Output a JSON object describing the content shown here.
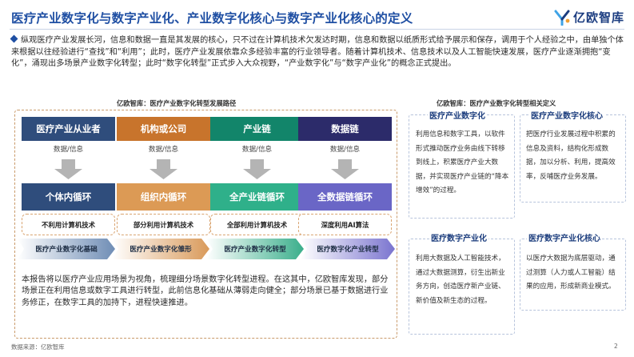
{
  "header": {
    "title": "医疗产业数字化与数字产业化、产业数字化核心与数字产业化核心的定义",
    "brand": "亿欧智库"
  },
  "intro": "纵观医疗产业发展长河，信息和数据一直是其发展的核心，只不过在计算机技术欠发达时期，信息和数据以纸质形式给予展示和保存，调用于个人经验之中，由单独个体来根据以往经验进行“查找”和“利用”；此时，医疗产业发展依靠众多经验丰富的行业领导者。随着计算机技术、信息技术以及人工智能快速发展，医疗产业逐渐拥抱“变化”，涌现出多场景产业数字化转型；此时“数字化转型”正式步入大众视野，“产业数字化”与“数字产业化”的概念正式提出。",
  "left_panel": {
    "caption": "亿欧智库：医疗产业数字化转型发展路径",
    "columns": [
      {
        "head": "医疗产业从业者",
        "info": "数据/信息",
        "loop": "个体内循环",
        "tech": "不利用计算机技术",
        "stage": "医疗产业数字化基础",
        "head_color": "#2f4d7c",
        "loop_color": "#2f4d7c"
      },
      {
        "head": "机构或公司",
        "info": "数据/信息",
        "loop": "组织内循环",
        "tech": "部分利用计算机技术",
        "stage": "医疗产业数字化雏形",
        "head_color": "#c8742c",
        "loop_color": "#dc9a55"
      },
      {
        "head": "产业链",
        "info": "数据/信息",
        "loop": "全产业链循环",
        "tech": "全部利用计算机技术",
        "stage": "医疗产业数字化转型",
        "head_color": "#12856a",
        "loop_color": "#2fb08a"
      },
      {
        "head": "数据链",
        "info": "数据/信息",
        "loop": "全数据链循环",
        "tech": "深度利用AI算法",
        "stage": "医疗数字化产业转型",
        "head_color": "#2c2b6a",
        "loop_color": "#6a66c6"
      }
    ],
    "summary": "本报告将以医疗产业应用场景为视角，梳理细分场景数字化转型进程。在这其中，亿欧智库发现，部分场景正在利用信息或数字工具进行转型，此前信息化基础从薄弱走向健全；部分场景已基于数据进行业务修正，在数字工具的加持下，进程快速推进。"
  },
  "right_panel": {
    "caption": "亿欧智库：医疗产业数字化转型相关定义",
    "definitions": [
      {
        "title": "医疗产业数字化",
        "text": "利用信息和数字工具，以软件形式推动医疗业务由线下转移到线上，积累医疗产业大数据，并实现医疗产业链的“降本增效”的过程。"
      },
      {
        "title": "医疗产业数字化核心",
        "text": "把医疗行业发展过程中积累的信息及资料，结构化形成数据，加以分析、利用，提高效率，反哺医疗业务发展。"
      },
      {
        "title": "医疗数字产业化",
        "text": "利用大数据及人工智能技术，通过大数据测算，衍生出新业务方向，创造医疗新产业链、新价值及新生态的过程。"
      },
      {
        "title": "医疗数字产业化核心",
        "text": "以医疗大数据为底层驱动，通过测算（人力或人工智能）结果的应用，形成新商业模式。"
      }
    ]
  },
  "footer": {
    "source": "数据来源：亿欧智库",
    "page": "2"
  },
  "colors": {
    "title_blue": "#1f4fa3",
    "definition_border": "#b7c4dc",
    "left_border": "#c99a6a"
  },
  "icons": [
    "logo-mark-icon",
    "bullet-diamond-icon",
    "down-arrow-icon"
  ]
}
